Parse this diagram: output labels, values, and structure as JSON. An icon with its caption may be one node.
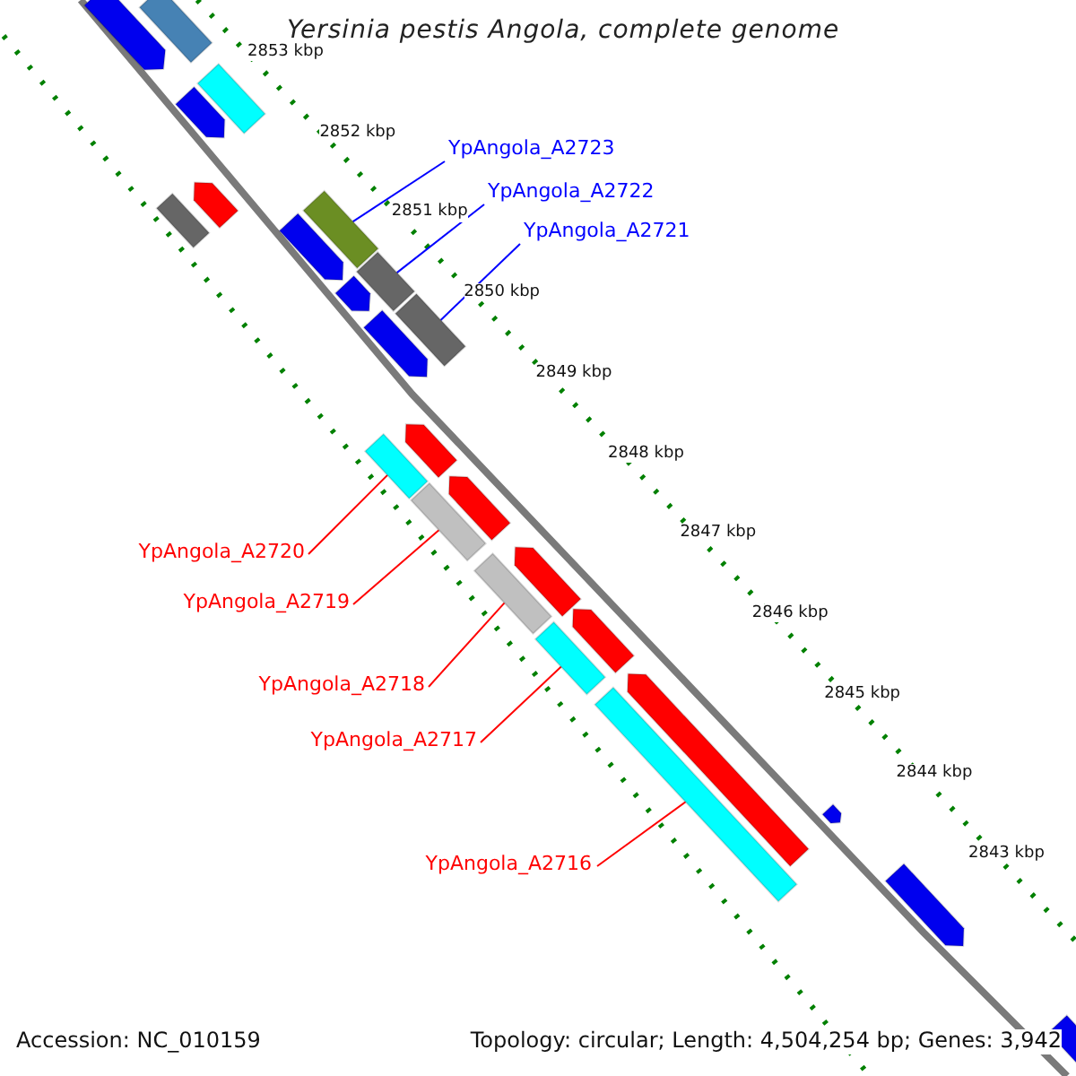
{
  "diagram": {
    "title": "Yersinia pestis Angola, complete genome",
    "nodes": [
      {
        "text": [
          "YpAngola_A2723"
        ]
      },
      {
        "text": [],
        "shape": "box"
      },
      {
        "text": [
          "YpAngola_A2722"
        ]
      },
      {
        "text": [],
        "shape": "box"
      },
      {
        "text": [
          "YpAngola_A2721"
        ]
      },
      {
        "text": [],
        "shape": "box"
      },
      {
        "text": [
          "YpAngola_A2720"
        ]
      },
      {
        "text": [],
        "shape": "box"
      },
      {
        "text": [
          "YpAngola_A2719"
        ]
      },
      {
        "text": [],
        "shape": "box"
      },
      {
        "text": [
          "YpAngola_A2718"
        ]
      },
      {
        "text": [],
        "shape": "box"
      },
      {
        "text": [
          "YpAngola_A2717"
        ]
      },
      {
        "text": [],
        "shape": "box"
      },
      {
        "text": [
          "YpAngola_A2716"
        ]
      },
      {
        "text": [],
        "shape": "box"
      },
      {
        "text": [],
        "shape": "pentagon"
      },
      {
        "text": [],
        "shape": "box"
      },
      {
        "text": [],
        "shape": "pentagon"
      },
      {
        "text": [],
        "shape": "box"
      },
      {
        "text": [],
        "shape": "box"
      },
      {
        "text": [],
        "shape": "pentagon"
      },
      {
        "text": [],
        "shape": "pentagon"
      },
      {
        "text": [],
        "shape": "pentagon"
      },
      {
        "text": [],
        "shape": "pentagon"
      },
      {
        "text": [],
        "shape": "pentagon"
      },
      {
        "text": [],
        "shape": "pentagon"
      },
      {
        "text": [],
        "shape": "pentagon"
      },
      {
        "text": [],
        "shape": "pentagon"
      },
      {
        "text": [],
        "shape": "pentagon"
      },
      {
        "text": [],
        "shape": "pentagon"
      },
      {
        "text": [],
        "shape": "pentagon"
      },
      {
        "text": [],
        "shape": "pentagon"
      }
    ],
    "edges": [
      {
        "from": 0,
        "to": 1,
        "arrow": "none",
        "color": "#0000ff"
      },
      {
        "from": 2,
        "to": 3,
        "arrow": "none",
        "color": "#0000ff"
      },
      {
        "from": 4,
        "to": 5,
        "arrow": "none",
        "color": "#0000ff"
      },
      {
        "from": 6,
        "to": 7,
        "arrow": "none"
      },
      {
        "from": 8,
        "to": 9,
        "arrow": "none"
      },
      {
        "from": 10,
        "to": 11,
        "arrow": "none"
      },
      {
        "from": 12,
        "to": 13,
        "arrow": "none"
      },
      {
        "from": 14,
        "to": 15,
        "arrow": "none"
      }
    ],
    "labels": [
      "2853 kbp",
      "2852 kbp",
      "2851 kbp",
      "2850 kbp",
      "2849 kbp",
      "2848 kbp",
      "2847 kbp",
      "2846 kbp",
      "2845 kbp",
      "2844 kbp",
      "2843 kbp",
      "Accession: NC_010159",
      "Topology: circular; Length: 4,504,254 bp; Genes: 3,942"
    ]
  }
}
